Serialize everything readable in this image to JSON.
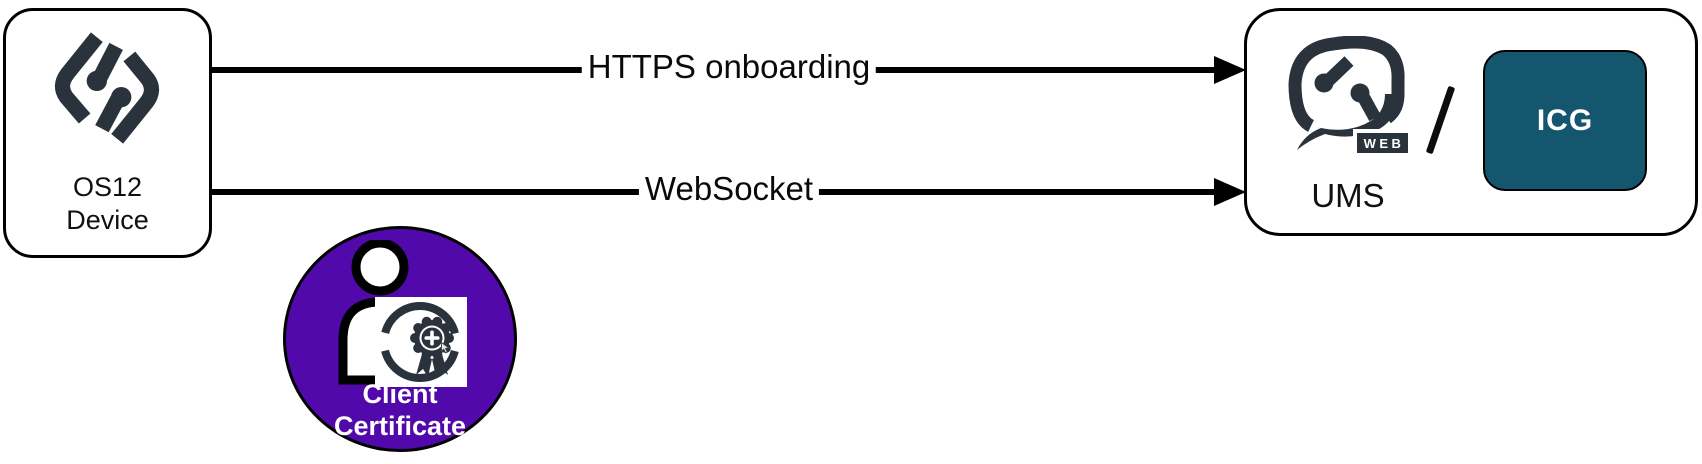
{
  "diagram": {
    "device_node": {
      "label_lines": [
        "OS12",
        "Device"
      ]
    },
    "connections": [
      {
        "label": "HTTPS onboarding"
      },
      {
        "label": "WebSocket"
      }
    ],
    "server_node": {
      "web_badge_label": "WEB",
      "separator": "/",
      "icg_label": "ICG",
      "ums_label": "UMS"
    },
    "certificate_badge": {
      "label_lines": [
        "Client",
        "Certificate"
      ]
    }
  },
  "colors": {
    "logo_dark": "#2a333c",
    "certificate_purple": "#5209ab",
    "icg_teal": "#14566e",
    "arrow_black": "#000000"
  }
}
